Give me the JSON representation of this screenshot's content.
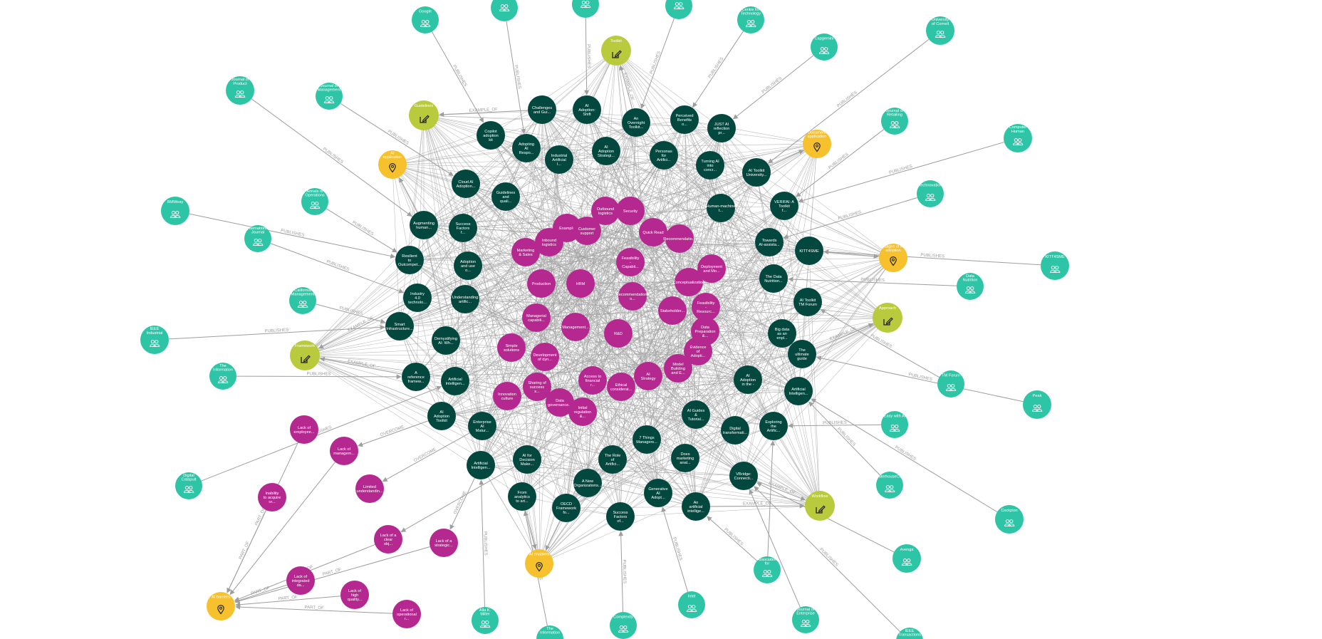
{
  "colors": {
    "organization": "#2ec4a6",
    "publication": "#03483f",
    "practice": "#b5288f",
    "tool": "#b9cb3c",
    "location": "#f6c12d",
    "edge": "#9e9e9e",
    "edge_label": "#9a9a9a",
    "background": "#ffffff"
  },
  "icons": {
    "organization": "people-icon",
    "tool": "edit-icon",
    "location": "map-pin-icon"
  },
  "nodes": {
    "org_a": {
      "type": "organization",
      "label": "Google"
    },
    "org_b": {
      "type": "organization",
      "label": "Centre for Technology E..."
    },
    "org_c": {
      "type": "organization",
      "label": "Capgemini"
    },
    "org_d": {
      "type": "organization",
      "label": "University of Cornell"
    },
    "org_e": {
      "type": "organization",
      "label": "Journal of Product Innova..."
    },
    "org_f": {
      "type": "organization",
      "label": "Journal of Management I..."
    },
    "org_g": {
      "type": "organization",
      "label": "Journal of Retailing Technol..."
    },
    "org_h": {
      "type": "organization",
      "label": "Computer Human Virtual..."
    },
    "org_i": {
      "type": "organization",
      "label": "Annals of Operations Res..."
    },
    "org_j": {
      "type": "organization",
      "label": "Technovation"
    },
    "org_k": {
      "type": "organization",
      "label": "BMWeay"
    },
    "org_l": {
      "type": "organization",
      "label": "International Journal of..."
    },
    "org_m": {
      "type": "organization",
      "label": "KITT4SME"
    },
    "org_n": {
      "type": "organization",
      "label": "California Management Re..."
    },
    "org_o": {
      "type": "organization",
      "label": "Data Nutrition Project"
    },
    "org_p": {
      "type": "organization",
      "label": "IEEE Industrial Electronic..."
    },
    "org_q": {
      "type": "organization",
      "label": "The Information Journal..."
    },
    "org_r": {
      "type": "organization",
      "label": "TM Forum"
    },
    "org_s": {
      "type": "organization",
      "label": "Peak"
    },
    "org_t": {
      "type": "organization",
      "label": "Easy with AI"
    },
    "org_u": {
      "type": "organization",
      "label": "PricewaterhouseCooper..."
    },
    "org_v": {
      "type": "organization",
      "label": "Digital Catapult"
    },
    "org_w": {
      "type": "organization",
      "label": "Cockpion"
    },
    "org_x": {
      "type": "organization",
      "label": "Avenga"
    },
    "org_y": {
      "type": "organization",
      "label": "Association for Information..."
    },
    "org_z": {
      "type": "organization",
      "label": "Intel"
    },
    "org_aa": {
      "type": "organization",
      "label": "Complexity"
    },
    "org_ab": {
      "type": "organization",
      "label": "Alla K. Miller"
    },
    "org_ac": {
      "type": "organization",
      "label": "The Information Journal..."
    },
    "org_ad": {
      "type": "organization",
      "label": "Journal of Enterprise Info..."
    },
    "org_ae": {
      "type": "organization",
      "label": "IEEE Transactions on Visu..."
    },
    "org_af": {
      "type": "organization",
      "label": ""
    },
    "org_ag": {
      "type": "organization",
      "label": ""
    },
    "org_ah": {
      "type": "organization",
      "label": ""
    },
    "tool_toolkit": {
      "type": "tool",
      "label": "Toolkit"
    },
    "tool_guidelines": {
      "type": "tool",
      "label": "Guidelines"
    },
    "tool_framework": {
      "type": "tool",
      "label": "Framework"
    },
    "tool_approach": {
      "type": "tool",
      "label": "Approach"
    },
    "tool_workflow": {
      "type": "tool",
      "label": "Workflow"
    },
    "loc_ai_application": {
      "type": "location",
      "label": "AI application"
    },
    "loc_document": {
      "type": "location",
      "label": "Document application sp..."
    },
    "loc_stages": {
      "type": "location",
      "label": "Stages of AI adoption"
    },
    "loc_ai_enablers": {
      "type": "location",
      "label": "AI enablers"
    },
    "loc_ai_barriers": {
      "type": "location",
      "label": "AI barriers"
    },
    "pub_1": {
      "type": "publication",
      "label": "Challenges and Gui..."
    },
    "pub_2": {
      "type": "publication",
      "label": "AI Adoption: Shift yo..."
    },
    "pub_3": {
      "type": "publication",
      "label": "An Overnight Toolkit..."
    },
    "pub_4": {
      "type": "publication",
      "label": "Perceived Benefits o..."
    },
    "pub_5": {
      "type": "publication",
      "label": "JUST AI reflection pr..."
    },
    "pub_6": {
      "type": "publication",
      "label": "Copilot adoption kit"
    },
    "pub_7": {
      "type": "publication",
      "label": "Adopting AI Respo..."
    },
    "pub_8": {
      "type": "publication",
      "label": "Industrial Artificial I..."
    },
    "pub_9": {
      "type": "publication",
      "label": "AI Adoption Strategi..."
    },
    "pub_10": {
      "type": "publication",
      "label": "Personas for Artifici..."
    },
    "pub_11": {
      "type": "publication",
      "label": "Turning AI into concr..."
    },
    "pub_12": {
      "type": "publication",
      "label": "AI Toolkit University..."
    },
    "pub_13": {
      "type": "publication",
      "label": "Cloud AI Adoption..."
    },
    "pub_14": {
      "type": "publication",
      "label": "Guidelines and quali..."
    },
    "pub_15": {
      "type": "publication",
      "label": "Human-machine t..."
    },
    "pub_16": {
      "type": "publication",
      "label": "VERIFAI: A Toolkit f..."
    },
    "pub_17": {
      "type": "publication",
      "label": "Augmenting human..."
    },
    "pub_18": {
      "type": "publication",
      "label": "Success Factors f..."
    },
    "pub_19": {
      "type": "publication",
      "label": "Towards AI-assista..."
    },
    "pub_20": {
      "type": "publication",
      "label": "KITT4SME"
    },
    "pub_21": {
      "type": "publication",
      "label": "Resilient to Outcompet..."
    },
    "pub_22": {
      "type": "publication",
      "label": "Adoption and use o..."
    },
    "pub_23": {
      "type": "publication",
      "label": "The Data Nutrition..."
    },
    "pub_24": {
      "type": "publication",
      "label": "Industry 4.0 technolo..."
    },
    "pub_25": {
      "type": "publication",
      "label": "Understanding artific..."
    },
    "pub_26": {
      "type": "publication",
      "label": "AI Toolkit TM Forum"
    },
    "pub_27": {
      "type": "publication",
      "label": "Smart Infrastructure..."
    },
    "pub_28": {
      "type": "publication",
      "label": "Demystifying AI: Wh..."
    },
    "pub_29": {
      "type": "publication",
      "label": "Big data as an enpl..."
    },
    "pub_30": {
      "type": "publication",
      "label": "The ultimate guide to..."
    },
    "pub_31": {
      "type": "publication",
      "label": "A reference framew..."
    },
    "pub_32": {
      "type": "publication",
      "label": "Artificial Intelligen..."
    },
    "pub_33": {
      "type": "publication",
      "label": "AI Adoption in the -"
    },
    "pub_34": {
      "type": "publication",
      "label": "Artificial Intelligen..."
    },
    "pub_35": {
      "type": "publication",
      "label": "AI Adoption Toolkit"
    },
    "pub_36": {
      "type": "publication",
      "label": "Enterprise AI Matur..."
    },
    "pub_37": {
      "type": "publication",
      "label": "AI Guides & Tutorial..."
    },
    "pub_38": {
      "type": "publication",
      "label": "Digital transformati..."
    },
    "pub_39": {
      "type": "publication",
      "label": "Exploring the Artific..."
    },
    "pub_40": {
      "type": "publication",
      "label": "7 Things Managers..."
    },
    "pub_41": {
      "type": "publication",
      "label": "Artificial Intelligen..."
    },
    "pub_42": {
      "type": "publication",
      "label": "AI for Decision Make..."
    },
    "pub_43": {
      "type": "publication",
      "label": "The Role of Artifici..."
    },
    "pub_44": {
      "type": "publication",
      "label": "Does marketing anal..."
    },
    "pub_45": {
      "type": "publication",
      "label": "VBridge: Connecti..."
    },
    "pub_46": {
      "type": "publication",
      "label": "A New Organizations..."
    },
    "pub_47": {
      "type": "publication",
      "label": "Generative AI Adopt..."
    },
    "pub_48": {
      "type": "publication",
      "label": "From analytics to art..."
    },
    "pub_49": {
      "type": "publication",
      "label": "OECD Framework fo..."
    },
    "pub_50": {
      "type": "publication",
      "label": "Success Factors of..."
    },
    "pub_51": {
      "type": "publication",
      "label": "An artificial intellige..."
    },
    "pr_1": {
      "type": "practice",
      "label": "Outbound logistics"
    },
    "pr_2": {
      "type": "practice",
      "label": "Security"
    },
    "pr_3": {
      "type": "practice",
      "label": "Example"
    },
    "pr_4": {
      "type": "practice",
      "label": "Customer support"
    },
    "pr_5": {
      "type": "practice",
      "label": "Quick Read"
    },
    "pr_6": {
      "type": "practice",
      "label": "Recommendatio..."
    },
    "pr_7": {
      "type": "practice",
      "label": "Inbound logistics"
    },
    "pr_8": {
      "type": "practice",
      "label": "Marketing & Sales"
    },
    "pr_9": {
      "type": "practice",
      "label": "Feasibility - Capabil..."
    },
    "pr_10": {
      "type": "practice",
      "label": "Deployment and Mo..."
    },
    "pr_11": {
      "type": "practice",
      "label": "Production"
    },
    "pr_12": {
      "type": "practice",
      "label": "HRM"
    },
    "pr_13": {
      "type": "practice",
      "label": "Conceptualization"
    },
    "pr_14": {
      "type": "practice",
      "label": "Recommendations o..."
    },
    "pr_15": {
      "type": "practice",
      "label": "Stakeholder..."
    },
    "pr_16": {
      "type": "practice",
      "label": "Feasibility - Resourc..."
    },
    "pr_17": {
      "type": "practice",
      "label": "Managerial capabili..."
    },
    "pr_18": {
      "type": "practice",
      "label": "Management..."
    },
    "pr_19": {
      "type": "practice",
      "label": "R&D"
    },
    "pr_20": {
      "type": "practice",
      "label": "Data Preparation &..."
    },
    "pr_21": {
      "type": "practice",
      "label": "Simple solutions"
    },
    "pr_22": {
      "type": "practice",
      "label": "Development of dyn..."
    },
    "pr_23": {
      "type": "practice",
      "label": "Evidence of Adopti..."
    },
    "pr_24": {
      "type": "practice",
      "label": "Model Building and E..."
    },
    "pr_25": {
      "type": "practice",
      "label": "AI Strategy"
    },
    "pr_26": {
      "type": "practice",
      "label": "Access to financial r..."
    },
    "pr_27": {
      "type": "practice",
      "label": "Sharing of success s..."
    },
    "pr_28": {
      "type": "practice",
      "label": "Ethical considerat..."
    },
    "pr_29": {
      "type": "practice",
      "label": "Innovation culture"
    },
    "pr_30": {
      "type": "practice",
      "label": "Data governance..."
    },
    "pr_31": {
      "type": "practice",
      "label": "Initial regulation &..."
    },
    "pr_32": {
      "type": "practice",
      "label": "Lack of employee..."
    },
    "pr_33": {
      "type": "practice",
      "label": "Lack of managem..."
    },
    "pr_34": {
      "type": "practice",
      "label": "Limited understandin..."
    },
    "pr_35": {
      "type": "practice",
      "label": "Inability to acquire or..."
    },
    "pr_36": {
      "type": "practice",
      "label": "Lack of a clear obj..."
    },
    "pr_37": {
      "type": "practice",
      "label": "Lack of a strategic..."
    },
    "pr_38": {
      "type": "practice",
      "label": "Lack of integrated da..."
    },
    "pr_39": {
      "type": "practice",
      "label": "Lack of high quality..."
    },
    "pr_40": {
      "type": "practice",
      "label": "Lack of operational r..."
    }
  },
  "edge_labels": {
    "publishes": "PUBLISHES",
    "example_of": "EXAMPLE_OF",
    "part_of": "PART_OF",
    "overcome": "OVERCOME"
  },
  "edges": [
    {
      "from": "org_a",
      "to": "pub_6",
      "label": "PUBLISHES"
    },
    {
      "from": "org_b",
      "to": "pub_4",
      "label": "PUBLISHES"
    },
    {
      "from": "org_c",
      "to": "pub_5",
      "label": "PUBLISHES"
    },
    {
      "from": "org_d",
      "to": "pub_12",
      "label": "PUBLISHES"
    },
    {
      "from": "org_e",
      "to": "pub_17",
      "label": "PUBLISHES"
    },
    {
      "from": "org_f",
      "to": "pub_13",
      "label": "PUBLISHES"
    },
    {
      "from": "org_g",
      "to": "pub_16",
      "label": "PUBLISHES"
    },
    {
      "from": "org_h",
      "to": "pub_16",
      "label": "PUBLISHES"
    },
    {
      "from": "org_i",
      "to": "pub_21",
      "label": "PUBLISHES"
    },
    {
      "from": "org_j",
      "to": "pub_19",
      "label": "PUBLISHES"
    },
    {
      "from": "org_k",
      "to": "pub_21",
      "label": "PUBLISHES"
    },
    {
      "from": "org_l",
      "to": "pub_24",
      "label": "PUBLISHES"
    },
    {
      "from": "org_m",
      "to": "pub_20",
      "label": "PUBLISHES"
    },
    {
      "from": "org_n",
      "to": "pub_27",
      "label": "PUBLISHES"
    },
    {
      "from": "org_o",
      "to": "pub_23",
      "label": "PUBLISHES"
    },
    {
      "from": "org_p",
      "to": "pub_27",
      "label": "PUBLISHES"
    },
    {
      "from": "org_q",
      "to": "pub_31",
      "label": "PUBLISHES"
    },
    {
      "from": "org_r",
      "to": "pub_26",
      "label": "PUBLISHES"
    },
    {
      "from": "org_s",
      "to": "pub_30",
      "label": "PUBLISHES"
    },
    {
      "from": "org_t",
      "to": "pub_39",
      "label": "PUBLISHES"
    },
    {
      "from": "org_u",
      "to": "pub_34",
      "label": "PUBLISHES"
    },
    {
      "from": "org_v",
      "to": "pub_32",
      "label": "PUBLISHES"
    },
    {
      "from": "org_w",
      "to": "pub_34",
      "label": "PUBLISHES"
    },
    {
      "from": "org_x",
      "to": "pub_45",
      "label": ""
    },
    {
      "from": "org_y",
      "to": "pub_39",
      "label": ""
    },
    {
      "from": "org_y",
      "to": "pub_51",
      "label": "PUBLISHES"
    },
    {
      "from": "org_z",
      "to": "pub_47",
      "label": "PUBLISHES"
    },
    {
      "from": "org_aa",
      "to": "pub_50",
      "label": "PUBLISHES"
    },
    {
      "from": "org_ab",
      "to": "pub_41",
      "label": "PUBLISHES"
    },
    {
      "from": "org_ac",
      "to": "pub_48",
      "label": "PUBLISHES"
    },
    {
      "from": "org_ad",
      "to": "pub_45",
      "label": ""
    },
    {
      "from": "org_ae",
      "to": "pub_45",
      "label": "PUBLISHES"
    },
    {
      "from": "org_af",
      "to": "pub_7",
      "label": "PUBLISHES"
    },
    {
      "from": "org_ag",
      "to": "pub_2",
      "label": "PUBLISHES"
    },
    {
      "from": "org_ah",
      "to": "pub_3",
      "label": "PUBLISHES"
    },
    {
      "from": "pub_3",
      "to": "tool_toolkit",
      "label": "EXAMPLE_OF"
    },
    {
      "from": "pub_1",
      "to": "tool_guidelines",
      "label": "EXAMPLE_OF"
    },
    {
      "from": "pub_24",
      "to": "tool_framework",
      "label": "EXAMPLE_OF"
    },
    {
      "from": "pub_31",
      "to": "tool_framework",
      "label": "EXAMPLE_OF"
    },
    {
      "from": "pub_30",
      "to": "tool_approach",
      "label": "EXAMPLE_OF"
    },
    {
      "from": "pub_45",
      "to": "tool_workflow",
      "label": "EXAMPLE_OF"
    },
    {
      "from": "pub_51",
      "to": "tool_workflow",
      "label": "EXAMPLE_OF"
    },
    {
      "from": "pub_17",
      "to": "loc_ai_application",
      "label": ""
    },
    {
      "from": "pub_12",
      "to": "loc_document",
      "label": ""
    },
    {
      "from": "pub_20",
      "to": "loc_stages",
      "label": ""
    },
    {
      "from": "pub_48",
      "to": "loc_ai_enablers",
      "label": ""
    },
    {
      "from": "pub_49",
      "to": "loc_ai_enablers",
      "label": ""
    },
    {
      "from": "pr_32",
      "to": "loc_ai_barriers",
      "label": "PART_OF"
    },
    {
      "from": "pr_33",
      "to": "loc_ai_barriers",
      "label": ""
    },
    {
      "from": "pr_35",
      "to": "loc_ai_barriers",
      "label": "PART_OF"
    },
    {
      "from": "pr_36",
      "to": "loc_ai_barriers",
      "label": "PART_OF"
    },
    {
      "from": "pr_37",
      "to": "loc_ai_barriers",
      "label": "PART_OF"
    },
    {
      "from": "pr_38",
      "to": "loc_ai_barriers",
      "label": "PART_OF"
    },
    {
      "from": "pr_39",
      "to": "loc_ai_barriers",
      "label": "PART_OF"
    },
    {
      "from": "pr_40",
      "to": "loc_ai_barriers",
      "label": "PART_OF"
    },
    {
      "from": "pub_35",
      "to": "pr_33",
      "label": "OVERCOME"
    },
    {
      "from": "pub_36",
      "to": "pr_34",
      "label": "OVERCOME"
    },
    {
      "from": "pub_41",
      "to": "pr_37",
      "label": "OVERCOME"
    },
    {
      "from": "pub_42",
      "to": "pr_36",
      "label": ""
    }
  ]
}
